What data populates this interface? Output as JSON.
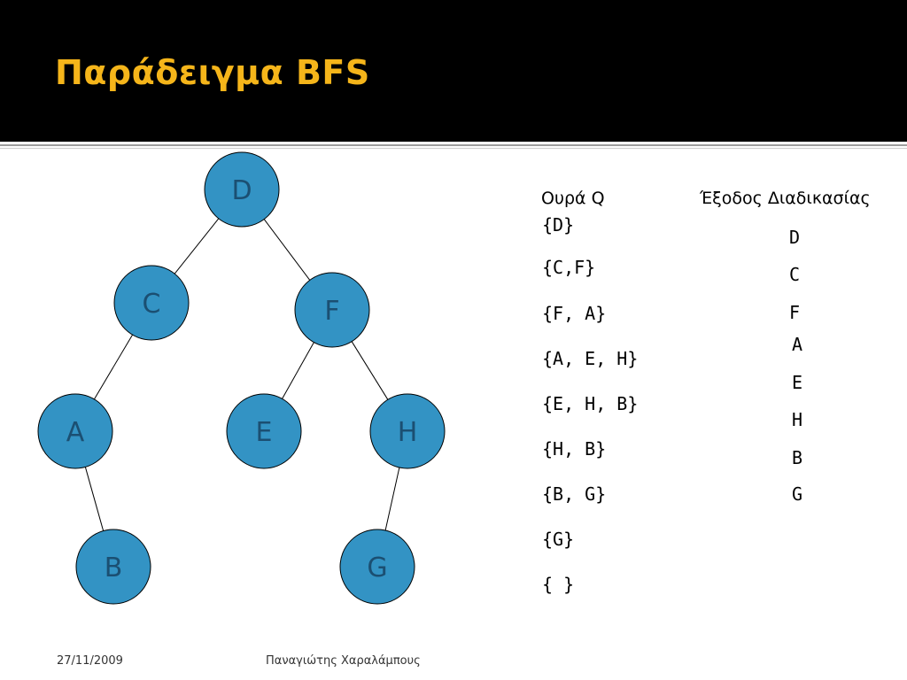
{
  "title": "Παράδειγμα BFS",
  "tree": {
    "nodes": [
      {
        "id": "D",
        "label": "D"
      },
      {
        "id": "C",
        "label": "C"
      },
      {
        "id": "F",
        "label": "F"
      },
      {
        "id": "A",
        "label": "A"
      },
      {
        "id": "E",
        "label": "E"
      },
      {
        "id": "H",
        "label": "H"
      },
      {
        "id": "B",
        "label": "B"
      },
      {
        "id": "G",
        "label": "G"
      }
    ],
    "edges": [
      [
        "D",
        "C"
      ],
      [
        "D",
        "F"
      ],
      [
        "C",
        "A"
      ],
      [
        "F",
        "E"
      ],
      [
        "F",
        "H"
      ],
      [
        "A",
        "B"
      ],
      [
        "H",
        "G"
      ]
    ],
    "node_color": "#3393c4",
    "label_color": "#1b4f72"
  },
  "queue": {
    "header": "Ουρά Q",
    "rows": [
      "{D}",
      "{C,F}",
      "{F, A}",
      "{A, E, H}",
      "{E, H, B}",
      "{H, B}",
      "{B, G}",
      "{G}",
      "{ }"
    ]
  },
  "output": {
    "header": "Έξοδος Διαδικασίας",
    "rows": [
      "D",
      "C",
      "F",
      "A",
      "E",
      "H",
      "B",
      "G"
    ]
  },
  "footer": {
    "date": "27/11/2009",
    "author": "Παναγιώτης Χαραλάμπους"
  }
}
